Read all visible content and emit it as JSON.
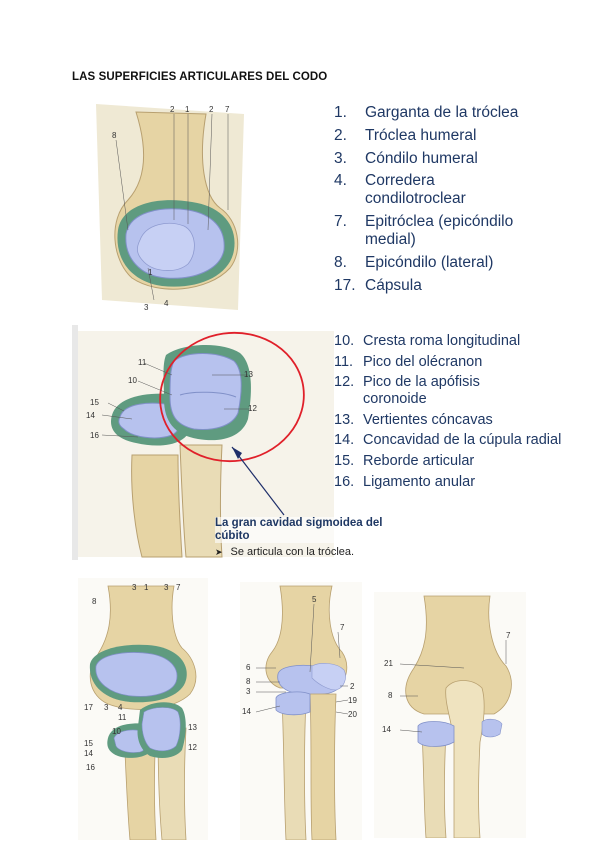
{
  "header": {
    "title": "LAS SUPERFICIES ARTICULARES DEL CODO"
  },
  "list1": [
    {
      "num": "1.",
      "text": "Garganta de la tróclea"
    },
    {
      "num": "2.",
      "text": "Tróclea humeral"
    },
    {
      "num": "3.",
      "text": "Cóndilo humeral"
    },
    {
      "num": "4.",
      "text": "Corredera condilotroclear"
    },
    {
      "num": "7.",
      "text": "Epitróclea (epicóndilo medial)"
    },
    {
      "num": "8.",
      "text": "Epicóndilo (lateral)"
    },
    {
      "num": "17.",
      "text": "Cápsula"
    }
  ],
  "list2": [
    {
      "num": "10.",
      "text": "Cresta roma longitudinal"
    },
    {
      "num": "11.",
      "text": "Pico del olécranon"
    },
    {
      "num": "12.",
      "text": "Pico de la apófisis coronoide"
    },
    {
      "num": "13.",
      "text": "Vertientes cóncavas"
    },
    {
      "num": "14.",
      "text": "Concavidad de la cúpula radial"
    },
    {
      "num": "15.",
      "text": "Reborde articular"
    },
    {
      "num": "16.",
      "text": "Ligamento anular"
    }
  ],
  "caption": "La gran cavidad sigmoidea del cúbito",
  "bullet": "Se articula con la tróclea.",
  "figure1_labels": [
    "8",
    "2",
    "1",
    "2",
    "7",
    "1",
    "4",
    "3"
  ],
  "figure2_labels": [
    "11",
    "10",
    "15",
    "14",
    "16",
    "13",
    "12"
  ],
  "figure3_labels": [
    "8",
    "3",
    "1",
    "3",
    "7",
    "17",
    "3",
    "4",
    "11",
    "10",
    "15",
    "14",
    "16",
    "13",
    "12"
  ],
  "figure4_labels": [
    "5",
    "7",
    "6",
    "8",
    "3",
    "2",
    "14",
    "19",
    "20"
  ],
  "figure5_labels": [
    "7",
    "21",
    "8",
    "14"
  ],
  "colors": {
    "bone": "#e9dcb6",
    "cartilage": "#b7c2ee",
    "capsule": "#5f9b80",
    "ellipse": "#e0202a"
  }
}
